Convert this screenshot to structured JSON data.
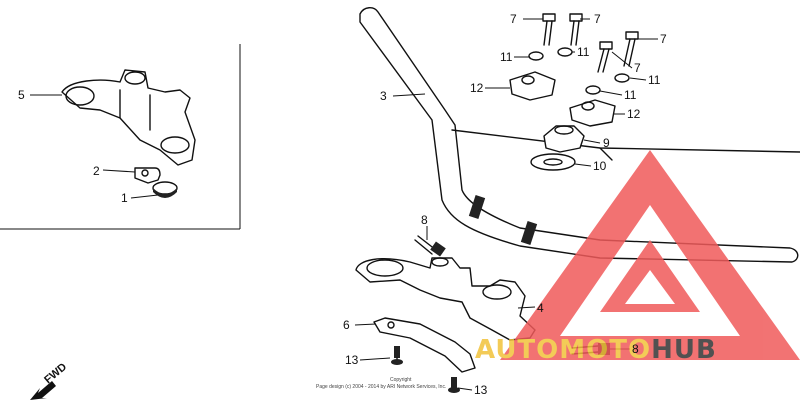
{
  "diagram": {
    "callouts": [
      "1",
      "2",
      "3",
      "4",
      "5",
      "6",
      "7",
      "8",
      "9",
      "10",
      "11",
      "12",
      "13"
    ],
    "direction_label": "FWD",
    "copyright_lines": [
      "Copyright",
      "Page design (c) 2004 - 2014 by ARI Network Services, Inc."
    ],
    "watermark": {
      "auto": "AUTO",
      "moto": "MOTO",
      "hub": "HUB"
    },
    "colors": {
      "line": "#111111",
      "watermark_red": "#f05a5a",
      "watermark_yellow": "#f2c23a",
      "watermark_dark": "#333333"
    }
  }
}
